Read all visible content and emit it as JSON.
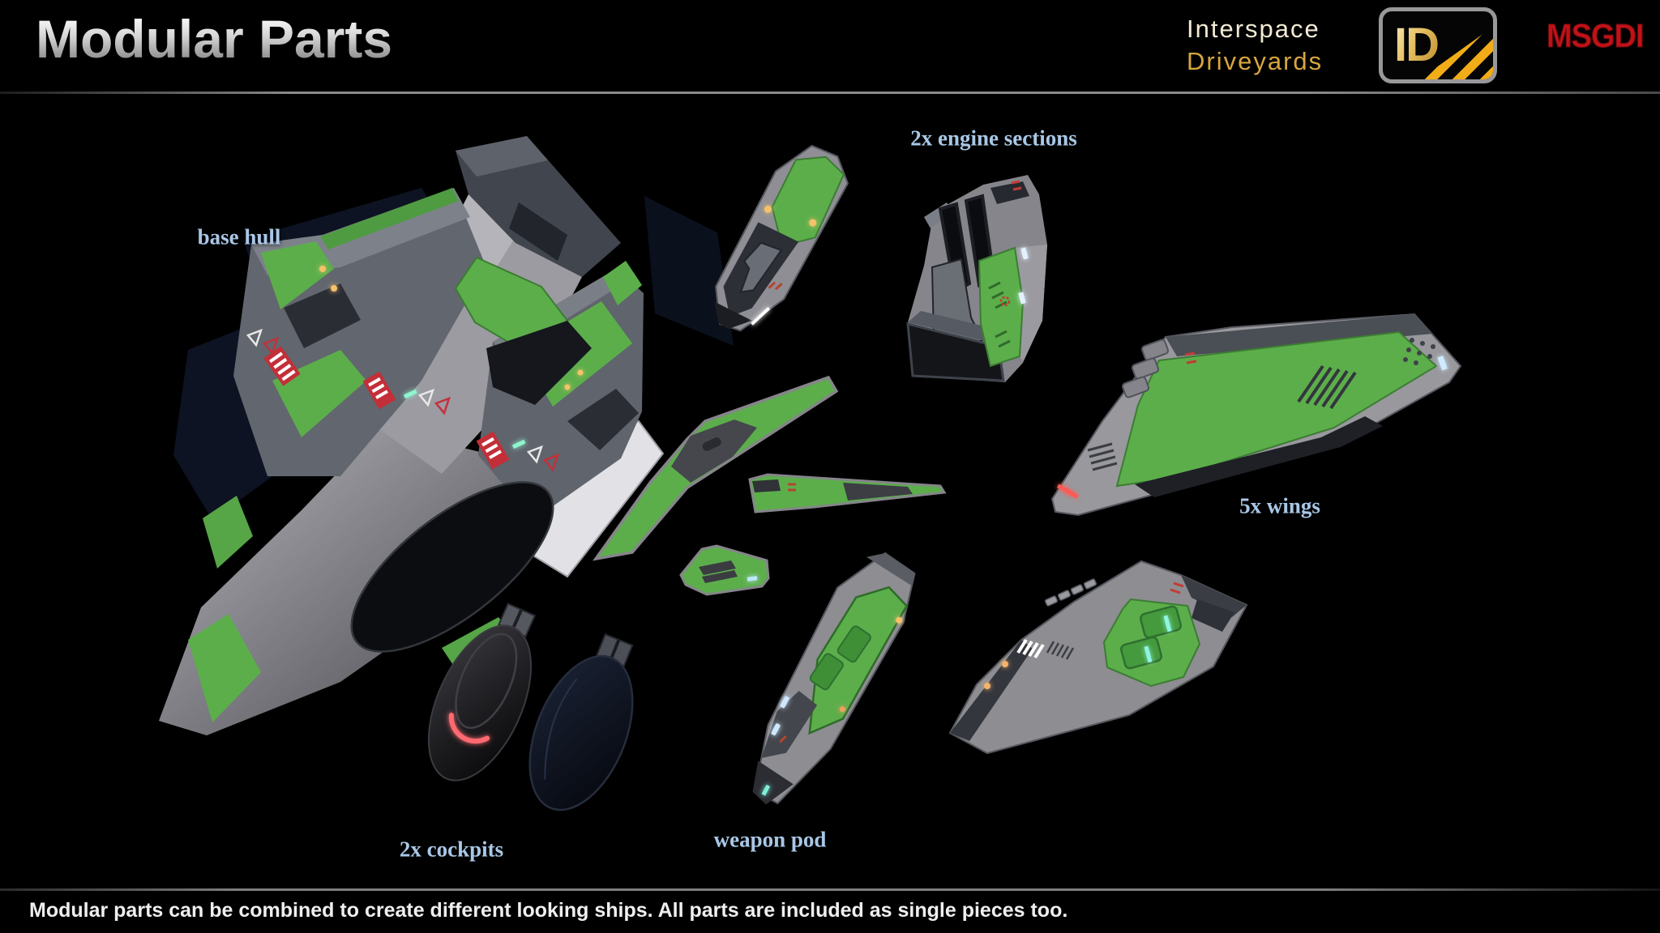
{
  "header": {
    "title": "Modular Parts"
  },
  "brand": {
    "line1": "Interspace",
    "line2": "Driveyards",
    "badge": "ID",
    "publisher": "MSGDI"
  },
  "labels": {
    "base_hull": "base hull",
    "engine_sections": "2x engine sections",
    "wings": "5x wings",
    "cockpits": "2x cockpits",
    "weapon_pod": "weapon pod"
  },
  "footer": {
    "caption": "Modular parts can be combined to create different looking ships. All parts are included as single pieces too."
  },
  "palette": {
    "background": "#000000",
    "part_green": "#5cae4b",
    "hull_gray": "#94949a",
    "dark_panel": "#2c2f36",
    "label_blue": "#a9c7e6",
    "brand_cream": "#f2ead4",
    "brand_gold": "#d7a63e",
    "stripe_yellow": "#f2ac17",
    "publisher_red": "#c01218",
    "title_silver": "#cfcfcf",
    "accent_red": "#c32f38",
    "light_amber": "#f5c26b",
    "light_blue": "#d8ecff",
    "light_teal": "#8ff5e0"
  }
}
